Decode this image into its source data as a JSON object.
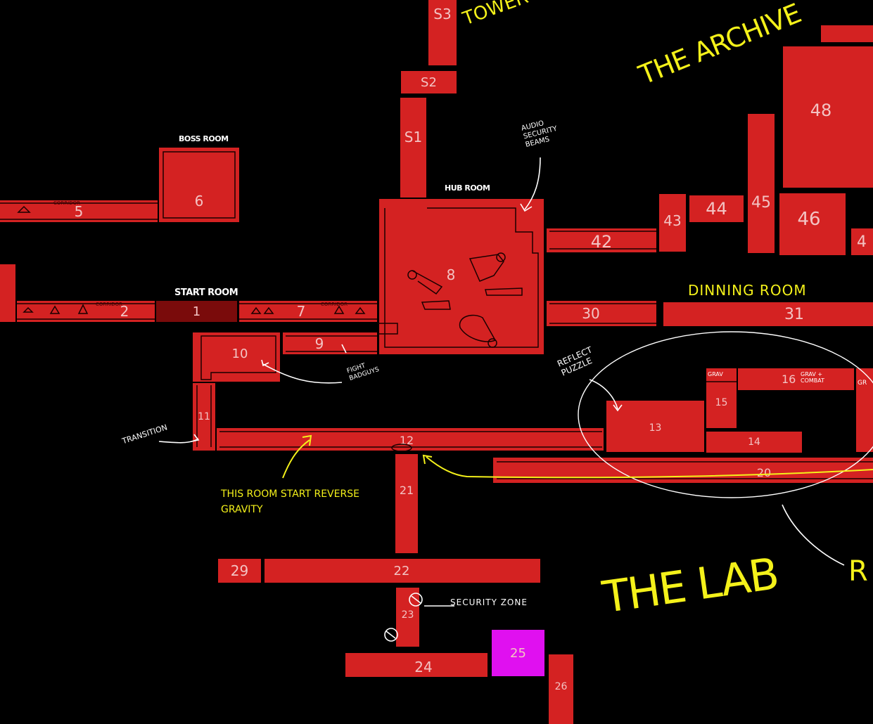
{
  "rooms": {
    "r1": "1",
    "r2": "2",
    "r5": "5",
    "r6": "6",
    "r7": "7",
    "r8": "8",
    "r9": "9",
    "r10": "10",
    "r11": "11",
    "r12": "12",
    "r13": "13",
    "r14": "14",
    "r15": "15",
    "r16": "16",
    "r20": "20",
    "r21": "21",
    "r22": "22",
    "r23": "23",
    "r24": "24",
    "r25": "25",
    "r26": "26",
    "r29": "29",
    "r30": "30",
    "r31": "31",
    "r42": "42",
    "r43": "43",
    "r44": "44",
    "r45": "45",
    "r46": "46",
    "r48": "48",
    "r4x": "4",
    "s1": "S1",
    "s2": "S2",
    "s3": "S3"
  },
  "labels": {
    "boss_room": "BOSS ROOM",
    "hub_room": "HUB ROOM",
    "start_room": "START ROOM",
    "tower": "TOWER",
    "the_archive": "THE ARCHIVE",
    "dinning_room": "DINNING ROOM",
    "the_lab": "THE LAB",
    "reverse_gravity": "THIS ROOM START REVERSE GRAVITY",
    "audio_security_beams": "AUDIO SECURITY BEAMS",
    "fight_badguys": "FIGHT BADGUYS",
    "transition": "TRANSITION",
    "reflect_puzzle": "REFLECT PUZZLE",
    "security_zone": "SECURITY ZONE",
    "grav": "GRAV",
    "grav_combat": "GRAV + COMBAT",
    "gr": "GR",
    "corridor_5": "CORRIDOR",
    "corridor_2": "CORRIDOR",
    "corridor_7": "CORRIDOR",
    "r_cut": "R"
  },
  "colors": {
    "room": "#d42222",
    "start_room": "#7a0b0b",
    "room_25": "#e010f0",
    "annotation_yellow": "#f4f11a",
    "annotation_white": "#ffffff",
    "background": "#000000"
  }
}
